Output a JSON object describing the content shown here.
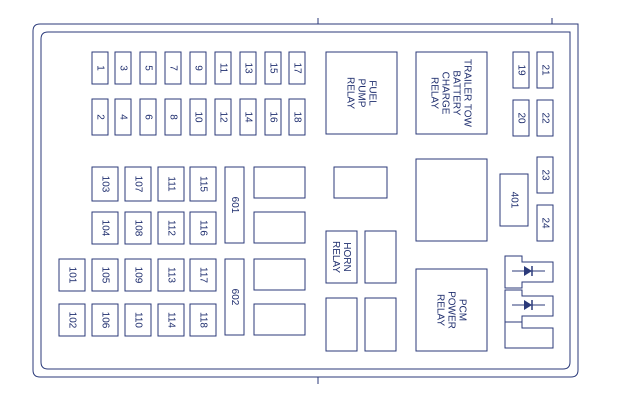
{
  "fuses_top_row1": [
    "1",
    "3",
    "5",
    "7",
    "9",
    "11",
    "13",
    "15",
    "17"
  ],
  "fuses_top_row2": [
    "2",
    "4",
    "6",
    "8",
    "10",
    "12",
    "14",
    "16",
    "18"
  ],
  "fuses_right_top": [
    "19",
    "21",
    "20",
    "22"
  ],
  "fuses_right_mid": [
    "23",
    "24"
  ],
  "fuses_100_col1": [
    "103",
    "104",
    "105",
    "106"
  ],
  "fuses_100_col2": [
    "107",
    "108",
    "109",
    "110"
  ],
  "fuses_100_col3": [
    "111",
    "112",
    "113",
    "114"
  ],
  "fuses_100_col4": [
    "115",
    "116",
    "117",
    "118"
  ],
  "fuses_100_left": [
    "101",
    "102"
  ],
  "fuse_601": "601",
  "fuse_602": "602",
  "fuse_401": "401",
  "relays": {
    "fuel_pump": [
      "FUEL",
      "PUMP",
      "RELAY"
    ],
    "trailer_tow": [
      "TRAILER TOW",
      "BATTERY",
      "CHARGE",
      "RELAY"
    ],
    "horn": [
      "HORN",
      "RELAY"
    ],
    "pcm_power": [
      "PCM",
      "POWER",
      "RELAY"
    ]
  },
  "colors": {
    "line": "#2b3a7a",
    "text": "#1f2e6e",
    "background": "#ffffff"
  }
}
